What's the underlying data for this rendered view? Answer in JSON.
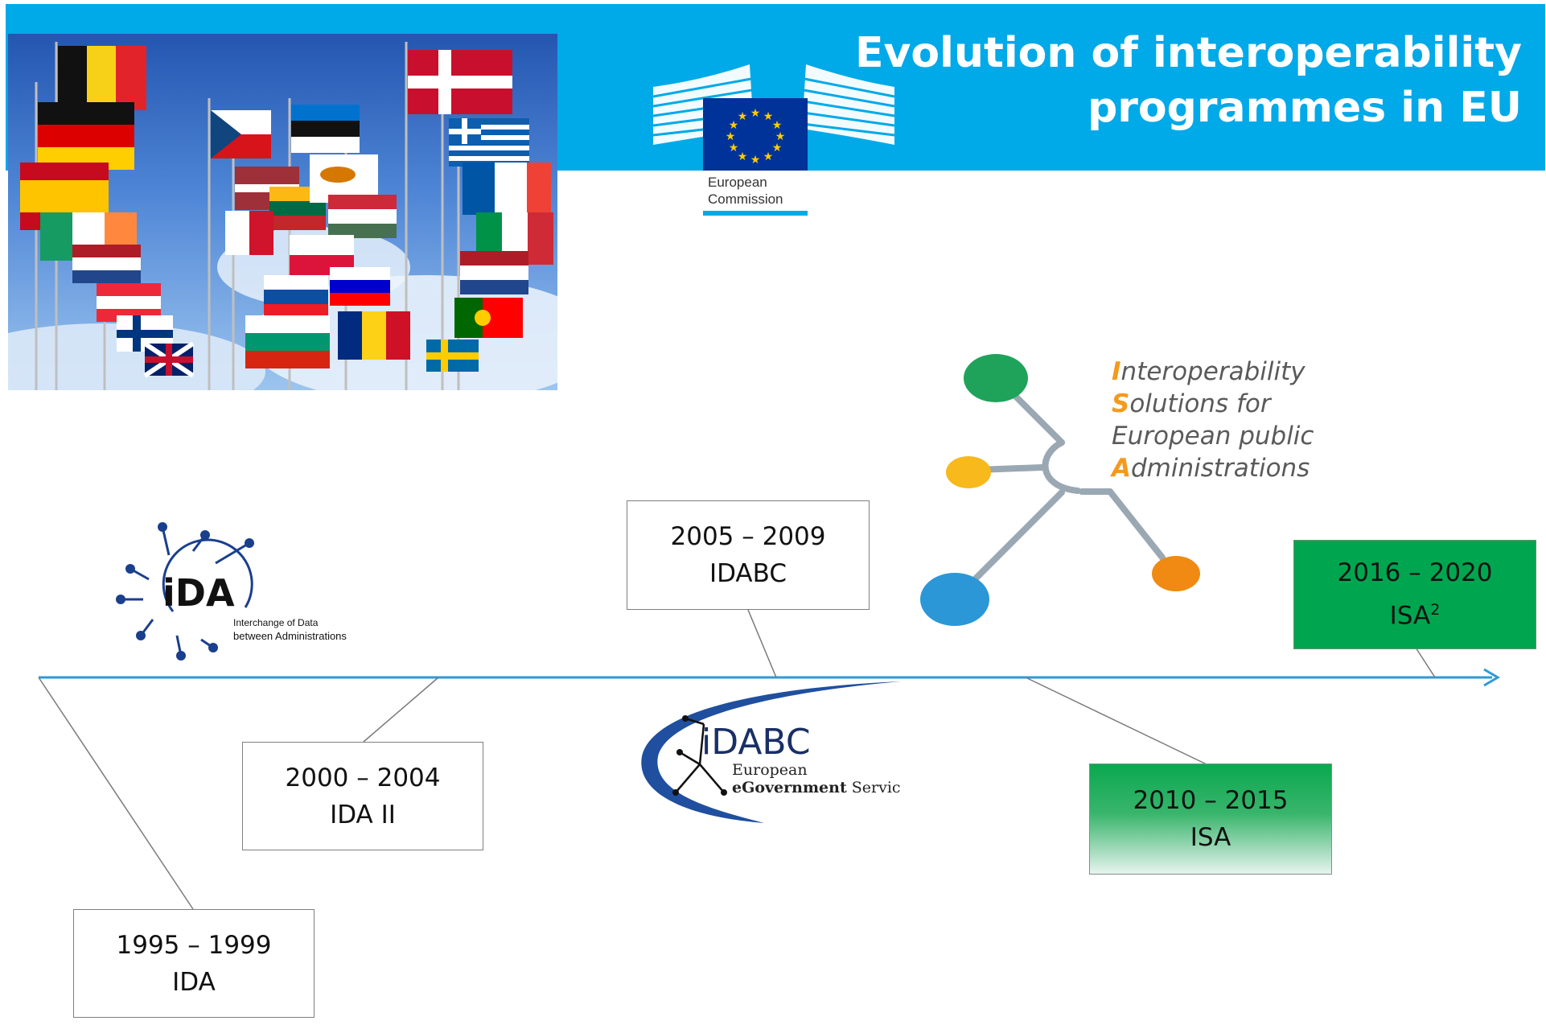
{
  "title": {
    "line1": "Evolution of interoperability",
    "line2": "programmes in EU"
  },
  "ec_logo": {
    "line1": "European",
    "line2": "Commission"
  },
  "ida_logo": {
    "word": "iDA",
    "caption1": "Interchange of Data",
    "caption2": "between Administrations"
  },
  "idabc_logo": {
    "word": "iDABC",
    "caption1": "European",
    "caption2_bold": "eGovernment",
    "caption2_rest": " Services"
  },
  "isa_logo": {
    "lines": [
      {
        "cap": "I",
        "rest": "nteroperability"
      },
      {
        "cap": "S",
        "rest": "olutions for"
      },
      {
        "cap": "",
        "rest": "European public"
      },
      {
        "cap": "A",
        "rest": "dministrations"
      }
    ]
  },
  "timeline": [
    {
      "years": "1995 – 1999",
      "name": "IDA"
    },
    {
      "years": "2000 – 2004",
      "name": "IDA II"
    },
    {
      "years": "2005 – 2009",
      "name": "IDABC"
    },
    {
      "years": "2010 – 2015",
      "name": "ISA"
    },
    {
      "years": "2016 – 2020",
      "name": "ISA",
      "sup": "2"
    }
  ],
  "colors": {
    "header": "#00a9e8",
    "axis": "#2e9ad6",
    "isa_green": "#00a64f",
    "accent_orange": "#f39a1e",
    "eu_blue": "#003399",
    "eu_gold": "#ffcc00"
  }
}
